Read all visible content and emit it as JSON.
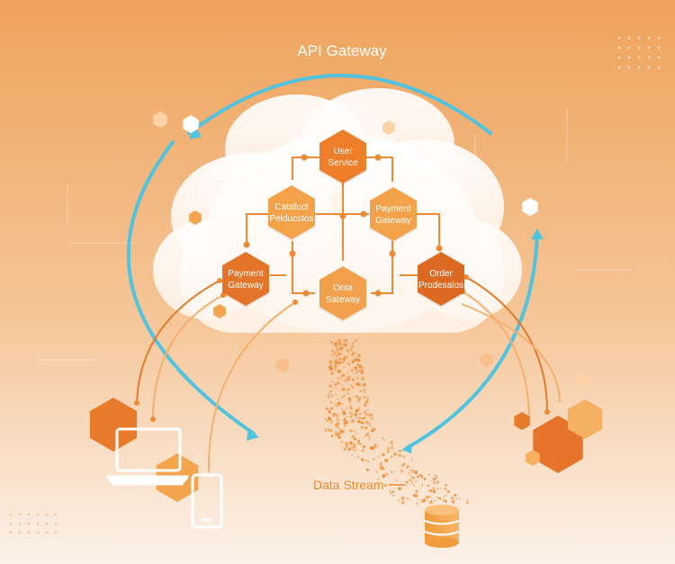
{
  "title": "API Gateway",
  "services": [
    {
      "id": "user-service",
      "lines": [
        "User",
        "Service"
      ],
      "fill": "#EE7E2A"
    },
    {
      "id": "catalog",
      "lines": [
        "Catafuct",
        "Pеlducstos"
      ],
      "fill": "#F4A24A"
    },
    {
      "id": "payment-gateway-top",
      "lines": [
        "Payment",
        "Gateway"
      ],
      "fill": "#F4A24A"
    },
    {
      "id": "payment-gateway-left",
      "lines": [
        "Payment",
        "Gateway"
      ],
      "fill": "#E4742A"
    },
    {
      "id": "order-gateway",
      "lines": [
        "Onta",
        "Sateway"
      ],
      "fill": "#F3A04C"
    },
    {
      "id": "order-processing",
      "lines": [
        "Order",
        "Prodesalos"
      ],
      "fill": "#DD6A22"
    }
  ],
  "data_stream_label": "Data Stream",
  "colors": {
    "bg_top": "#EFA45E",
    "bg_bottom": "#FBF1E8",
    "ring": "#4FC3E0",
    "connector": "#EE8A32",
    "hex_dark": "#E87A2C",
    "hex_light": "#F5A34C",
    "label_text": "#FFFFFF",
    "title_text": "#FFFFFF",
    "stream_label": "#EE8A32"
  },
  "icons": [
    "laptop-icon",
    "smartphone-icon",
    "database-icon"
  ]
}
